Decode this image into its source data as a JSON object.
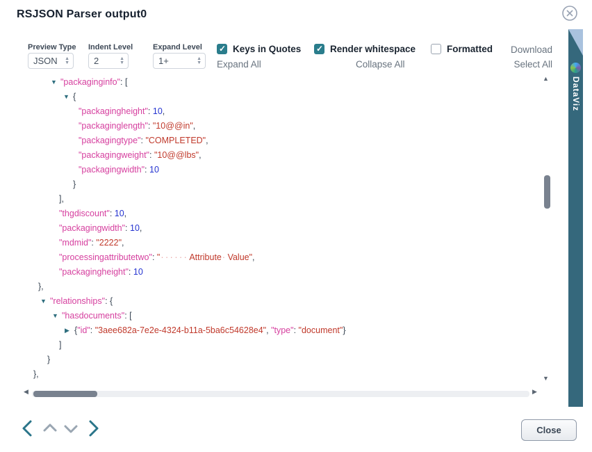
{
  "header": {
    "title": "RSJSON Parser output0"
  },
  "toolbar": {
    "preview_type": {
      "label": "Preview Type",
      "value": "JSON"
    },
    "indent_level": {
      "label": "Indent Level",
      "value": "2"
    },
    "expand_level": {
      "label": "Expand Level",
      "value": "1+"
    },
    "checkboxes": [
      {
        "label": "Keys in Quotes",
        "checked": true
      },
      {
        "label": "Render whitespace",
        "checked": true
      },
      {
        "label": "Formatted",
        "checked": false
      }
    ],
    "download_label": "Download",
    "expand_all_label": "Expand All",
    "collapse_all_label": "Collapse All",
    "select_all_label": "Select All"
  },
  "sidebar": {
    "brand": "DataViz"
  },
  "footer": {
    "close_label": "Close"
  },
  "colors": {
    "accent_teal": "#2a7d8c",
    "key_pink": "#d6409f",
    "string_red": "#c0392b",
    "number_blue": "#2433d0",
    "whitespace_dot": "#e8a0a0",
    "punctuation": "#3a4654",
    "strip_teal": "#35687c"
  },
  "json_tree": {
    "lines": [
      {
        "ind": 73,
        "tokens": [
          {
            "t": "arrow",
            "v": "▼"
          },
          {
            "t": "key",
            "v": "\"packaginginfo\""
          },
          {
            "t": "pun",
            "v": ": ["
          }
        ]
      },
      {
        "ind": 91,
        "tokens": [
          {
            "t": "arrow",
            "v": "▼"
          },
          {
            "t": "pun",
            "v": "{"
          }
        ]
      },
      {
        "ind": 113,
        "tokens": [
          {
            "t": "key",
            "v": "\"packagingheight\""
          },
          {
            "t": "pun",
            "v": ": "
          },
          {
            "t": "num",
            "v": "10"
          },
          {
            "t": "pun",
            "v": ","
          }
        ]
      },
      {
        "ind": 113,
        "tokens": [
          {
            "t": "key",
            "v": "\"packaginglength\""
          },
          {
            "t": "pun",
            "v": ": "
          },
          {
            "t": "str",
            "v": "\"10@@in\""
          },
          {
            "t": "pun",
            "v": ","
          }
        ]
      },
      {
        "ind": 113,
        "tokens": [
          {
            "t": "key",
            "v": "\"packagingtype\""
          },
          {
            "t": "pun",
            "v": ": "
          },
          {
            "t": "str",
            "v": "\"COMPLETED\""
          },
          {
            "t": "pun",
            "v": ","
          }
        ]
      },
      {
        "ind": 113,
        "tokens": [
          {
            "t": "key",
            "v": "\"packagingweight\""
          },
          {
            "t": "pun",
            "v": ": "
          },
          {
            "t": "str",
            "v": "\"10@@lbs\""
          },
          {
            "t": "pun",
            "v": ","
          }
        ]
      },
      {
        "ind": 113,
        "tokens": [
          {
            "t": "key",
            "v": "\"packagingwidth\""
          },
          {
            "t": "pun",
            "v": ": "
          },
          {
            "t": "num",
            "v": "10"
          }
        ]
      },
      {
        "ind": 105,
        "tokens": [
          {
            "t": "pun",
            "v": "}"
          }
        ]
      },
      {
        "ind": 85,
        "tokens": [
          {
            "t": "pun",
            "v": "],"
          }
        ]
      },
      {
        "ind": 85,
        "tokens": [
          {
            "t": "key",
            "v": "\"thgdiscount\""
          },
          {
            "t": "pun",
            "v": ": "
          },
          {
            "t": "num",
            "v": "10"
          },
          {
            "t": "pun",
            "v": ","
          }
        ]
      },
      {
        "ind": 85,
        "tokens": [
          {
            "t": "key",
            "v": "\"packagingwidth\""
          },
          {
            "t": "pun",
            "v": ": "
          },
          {
            "t": "num",
            "v": "10"
          },
          {
            "t": "pun",
            "v": ","
          }
        ]
      },
      {
        "ind": 85,
        "tokens": [
          {
            "t": "key",
            "v": "\"mdmid\""
          },
          {
            "t": "pun",
            "v": ": "
          },
          {
            "t": "str",
            "v": "\"2222\""
          },
          {
            "t": "pun",
            "v": ","
          }
        ]
      },
      {
        "ind": 85,
        "tokens": [
          {
            "t": "key",
            "v": "\"processingattributetwo\""
          },
          {
            "t": "pun",
            "v": ": "
          },
          {
            "t": "str",
            "v": "\""
          },
          {
            "t": "ws",
            "v": "······"
          },
          {
            "t": "str",
            "v": "Attribute"
          },
          {
            "t": "ws",
            "v": "·"
          },
          {
            "t": "str",
            "v": "Value\""
          },
          {
            "t": "pun",
            "v": ","
          }
        ]
      },
      {
        "ind": 85,
        "tokens": [
          {
            "t": "key",
            "v": "\"packagingheight\""
          },
          {
            "t": "pun",
            "v": ": "
          },
          {
            "t": "num",
            "v": "10"
          }
        ]
      },
      {
        "ind": 55,
        "tokens": [
          {
            "t": "pun",
            "v": "},"
          }
        ]
      },
      {
        "ind": 58,
        "tokens": [
          {
            "t": "arrow",
            "v": "▼"
          },
          {
            "t": "key",
            "v": "\"relationships\""
          },
          {
            "t": "pun",
            "v": ": {"
          }
        ]
      },
      {
        "ind": 75,
        "tokens": [
          {
            "t": "arrow",
            "v": "▼"
          },
          {
            "t": "key",
            "v": "\"hasdocuments\""
          },
          {
            "t": "pun",
            "v": ": ["
          }
        ]
      },
      {
        "ind": 93,
        "tokens": [
          {
            "t": "arrow",
            "v": "▶"
          },
          {
            "t": "pun",
            "v": "{"
          },
          {
            "t": "key",
            "v": "\"id\""
          },
          {
            "t": "pun",
            "v": ": "
          },
          {
            "t": "str",
            "v": "\"3aee682a-7e2e-4324-b11a-5ba6c54628e4\""
          },
          {
            "t": "pun",
            "v": ", "
          },
          {
            "t": "key",
            "v": "\"type\""
          },
          {
            "t": "pun",
            "v": ": "
          },
          {
            "t": "str",
            "v": "\"document\""
          },
          {
            "t": "pun",
            "v": "}"
          }
        ]
      },
      {
        "ind": 85,
        "tokens": [
          {
            "t": "pun",
            "v": "]"
          }
        ]
      },
      {
        "ind": 68,
        "tokens": [
          {
            "t": "pun",
            "v": "}"
          }
        ]
      },
      {
        "ind": 48,
        "tokens": [
          {
            "t": "pun",
            "v": "},"
          }
        ]
      }
    ]
  }
}
